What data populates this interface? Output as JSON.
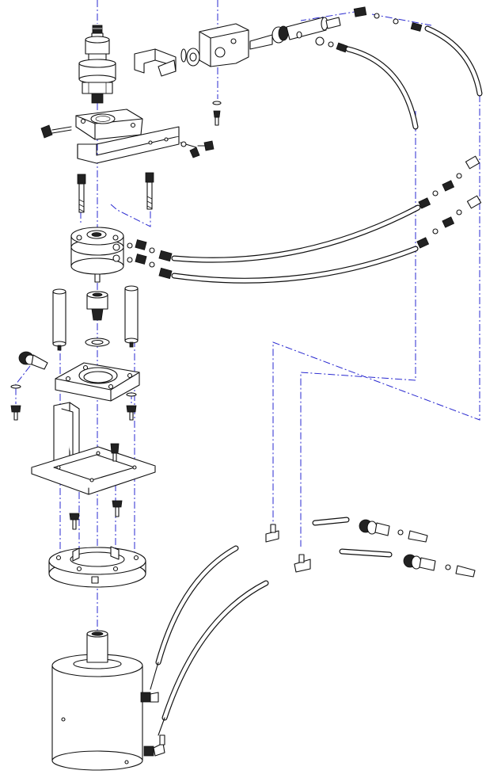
{
  "diagram": {
    "kind": "exploded-assembly-drawing",
    "text_labels": [],
    "colors": {
      "outline": "#111111",
      "centerline": "#2a2ad0",
      "background": "#ffffff",
      "fill": "#ffffff",
      "shade": "#d8d8d8"
    },
    "parts": [
      "cartridge-valve",
      "clamp-bracket",
      "mounting-bracket",
      "bracket-screw",
      "pneumatic-cylinder",
      "clevis-mount",
      "tube-fitting",
      "cap-screw",
      "valve-block",
      "standoff",
      "hex-nut",
      "lock-washer",
      "flange-plate",
      "frame",
      "base-ring",
      "motor-housing",
      "elbow-fitting",
      "tee-fitting",
      "pneumatic-tube"
    ]
  }
}
